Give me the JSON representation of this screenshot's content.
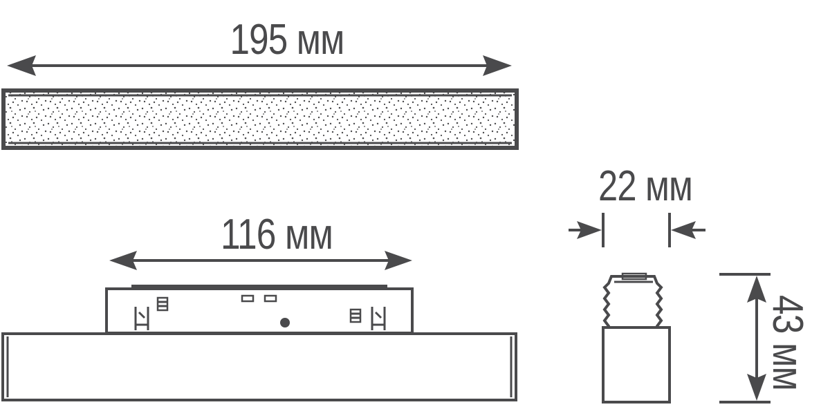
{
  "labels": {
    "width_top": "195 мм",
    "width_mount": "116 мм",
    "depth": "22 мм",
    "height": "43 мм"
  },
  "colors": {
    "stroke": "#4a4a4c",
    "background": "#ffffff"
  }
}
